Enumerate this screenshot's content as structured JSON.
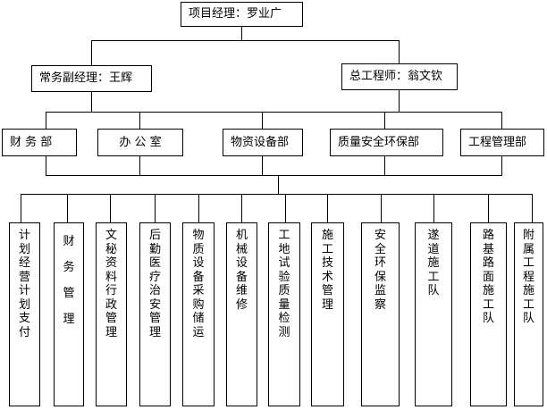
{
  "colors": {
    "line": "#000000",
    "box_fill": "#ffffff",
    "text": "#000000"
  },
  "top": {
    "label": "项目经理：罗业广"
  },
  "deputies": [
    {
      "label": "常务副经理：王辉"
    },
    {
      "label": "总工程师：翁文钦"
    }
  ],
  "departments": [
    {
      "label": "财 务 部"
    },
    {
      "label": "办 公 室"
    },
    {
      "label": "物资设备部"
    },
    {
      "label": "质量安全环保部"
    },
    {
      "label": "工程管理部"
    }
  ],
  "units": [
    {
      "label": "计划经营计划支付"
    },
    {
      "label": "财务管理"
    },
    {
      "label": "文秘资料行政管理"
    },
    {
      "label": "后勤医疗治安管理"
    },
    {
      "label": "物质设备采购储运"
    },
    {
      "label": "机械设备维修"
    },
    {
      "label": "工地试验质量检测"
    },
    {
      "label": "施工技术管理"
    },
    {
      "label": "安全环保监察"
    },
    {
      "label": "遂道施工队"
    },
    {
      "label": "路基路面施工队"
    },
    {
      "label": "附属工程施工队"
    }
  ]
}
